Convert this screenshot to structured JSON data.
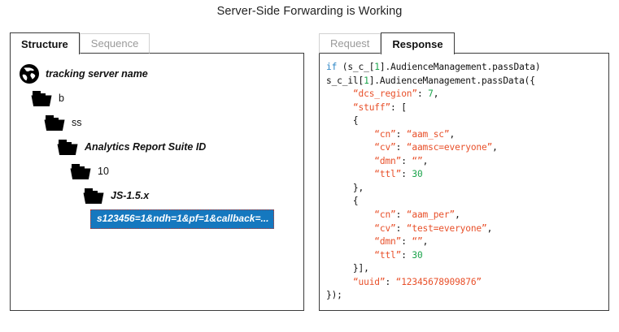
{
  "title": "Server-Side Forwarding is Working",
  "structure_panel": {
    "tabs": [
      {
        "label": "Structure",
        "active": true
      },
      {
        "label": "Sequence",
        "active": false
      }
    ],
    "tree": [
      {
        "icon": "globe-icon",
        "label": "tracking server name",
        "indent": 0,
        "italic": true
      },
      {
        "icon": "folder-icon",
        "label": "b",
        "indent": 1,
        "italic": false
      },
      {
        "icon": "folder-icon",
        "label": "ss",
        "indent": 2,
        "italic": false
      },
      {
        "icon": "folder-icon",
        "label": "Analytics Report Suite ID",
        "indent": 3,
        "italic": true
      },
      {
        "icon": "folder-icon",
        "label": "10",
        "indent": 4,
        "italic": false
      },
      {
        "icon": "folder-icon",
        "label": "JS-1.5.x",
        "indent": 5,
        "italic": true
      }
    ],
    "selected_leaf": "s123456=1&ndh=1&pf=1&callback=...",
    "selected_leaf_bg": "#1578bf",
    "selected_leaf_border": "#c0392b"
  },
  "response_panel": {
    "tabs": [
      {
        "label": "Request",
        "active": false
      },
      {
        "label": "Response",
        "active": true
      }
    ],
    "code_lines": [
      [
        {
          "t": "if ",
          "c": "kw"
        },
        {
          "t": "(s_c_[",
          "c": ""
        },
        {
          "t": "1",
          "c": "num"
        },
        {
          "t": "].AudienceManagement.passData)",
          "c": ""
        }
      ],
      [
        {
          "t": "s_c_il[",
          "c": ""
        },
        {
          "t": "1",
          "c": "num"
        },
        {
          "t": "].AudienceManagement.passData({",
          "c": ""
        }
      ],
      [
        {
          "t": "     ",
          "c": ""
        },
        {
          "t": "“dcs_region”",
          "c": "str"
        },
        {
          "t": ": ",
          "c": ""
        },
        {
          "t": "7",
          "c": "num"
        },
        {
          "t": ",",
          "c": ""
        }
      ],
      [
        {
          "t": "     ",
          "c": ""
        },
        {
          "t": "“stuff”",
          "c": "str"
        },
        {
          "t": ": [",
          "c": ""
        }
      ],
      [
        {
          "t": "     {",
          "c": ""
        }
      ],
      [
        {
          "t": "         ",
          "c": ""
        },
        {
          "t": "“cn”",
          "c": "str"
        },
        {
          "t": ": ",
          "c": ""
        },
        {
          "t": "“aam_sc”",
          "c": "str"
        },
        {
          "t": ",",
          "c": ""
        }
      ],
      [
        {
          "t": "         ",
          "c": ""
        },
        {
          "t": "“cv”",
          "c": "str"
        },
        {
          "t": ": ",
          "c": ""
        },
        {
          "t": "“aamsc=everyone”",
          "c": "str"
        },
        {
          "t": ",",
          "c": ""
        }
      ],
      [
        {
          "t": "         ",
          "c": ""
        },
        {
          "t": "“dmn”",
          "c": "str"
        },
        {
          "t": ": ",
          "c": ""
        },
        {
          "t": "“”",
          "c": "str"
        },
        {
          "t": ",",
          "c": ""
        }
      ],
      [
        {
          "t": "         ",
          "c": ""
        },
        {
          "t": "“ttl”",
          "c": "str"
        },
        {
          "t": ": ",
          "c": ""
        },
        {
          "t": "30",
          "c": "num"
        }
      ],
      [
        {
          "t": "     },",
          "c": ""
        }
      ],
      [
        {
          "t": "     {",
          "c": ""
        }
      ],
      [
        {
          "t": "         ",
          "c": ""
        },
        {
          "t": "“cn”",
          "c": "str"
        },
        {
          "t": ": ",
          "c": ""
        },
        {
          "t": "“aam_per”",
          "c": "str"
        },
        {
          "t": ",",
          "c": ""
        }
      ],
      [
        {
          "t": "         ",
          "c": ""
        },
        {
          "t": "“cv”",
          "c": "str"
        },
        {
          "t": ": ",
          "c": ""
        },
        {
          "t": "“test=everyone”",
          "c": "str"
        },
        {
          "t": ",",
          "c": ""
        }
      ],
      [
        {
          "t": "         ",
          "c": ""
        },
        {
          "t": "“dmn”",
          "c": "str"
        },
        {
          "t": ": ",
          "c": ""
        },
        {
          "t": "“”",
          "c": "str"
        },
        {
          "t": ",",
          "c": ""
        }
      ],
      [
        {
          "t": "         ",
          "c": ""
        },
        {
          "t": "“ttl”",
          "c": "str"
        },
        {
          "t": ": ",
          "c": ""
        },
        {
          "t": "30",
          "c": "num"
        }
      ],
      [
        {
          "t": "     }],",
          "c": ""
        }
      ],
      [
        {
          "t": "     ",
          "c": ""
        },
        {
          "t": "“uuid”",
          "c": "str"
        },
        {
          "t": ": ",
          "c": ""
        },
        {
          "t": "“12345678909876”",
          "c": "str"
        }
      ],
      [
        {
          "t": "});",
          "c": ""
        }
      ]
    ],
    "colors": {
      "keyword": "#2b85c6",
      "number": "#1aa34a",
      "string": "#e8502a",
      "plain": "#111111"
    }
  }
}
